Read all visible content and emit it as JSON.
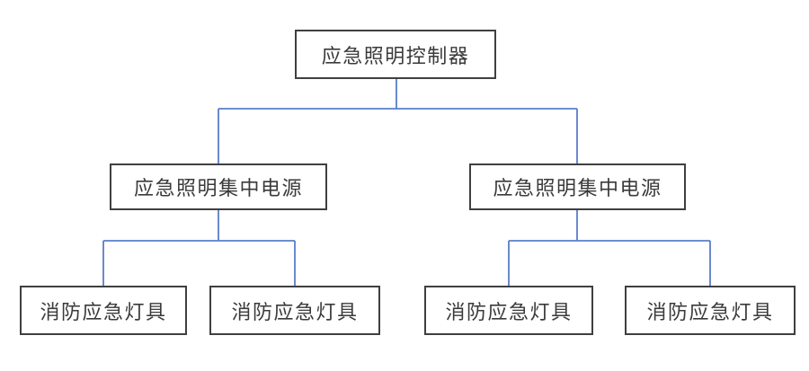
{
  "diagram": {
    "controller": {
      "label": "应急照明控制器"
    },
    "power_supplies": [
      {
        "label": "应急照明集中电源"
      },
      {
        "label": "应急照明集中电源"
      }
    ],
    "lamps": [
      {
        "label": "消防应急灯具"
      },
      {
        "label": "消防应急灯具"
      },
      {
        "label": "消防应急灯具"
      },
      {
        "label": "消防应急灯具"
      }
    ],
    "colors": {
      "connector": "#5b7ec9",
      "box_border": "#3f3f3f",
      "text": "#3a3a3a",
      "background": "#ffffff"
    }
  }
}
